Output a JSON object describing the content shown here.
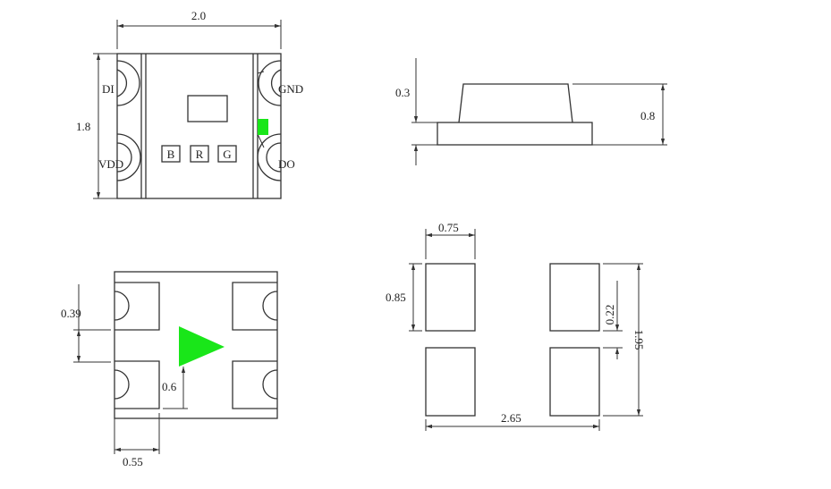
{
  "colors": {
    "led": "#19e619",
    "line": "#333333"
  },
  "top_view": {
    "width_dim": "2.0",
    "height_dim": "1.8",
    "pins": {
      "di": "DI",
      "vdd": "VDD",
      "gnd": "GND",
      "do": "DO"
    },
    "chips": [
      "B",
      "R",
      "G"
    ]
  },
  "side_view": {
    "base_dim": "0.3",
    "total_dim": "0.8"
  },
  "bottom_view": {
    "pad_gap_dim": "0.39",
    "mark_dim": "0.6",
    "pad_width_dim": "0.55"
  },
  "footprint": {
    "pad_width": "0.75",
    "pad_height": "0.85",
    "gap": "0.22",
    "total_height": "1.95",
    "total_width": "2.65"
  }
}
